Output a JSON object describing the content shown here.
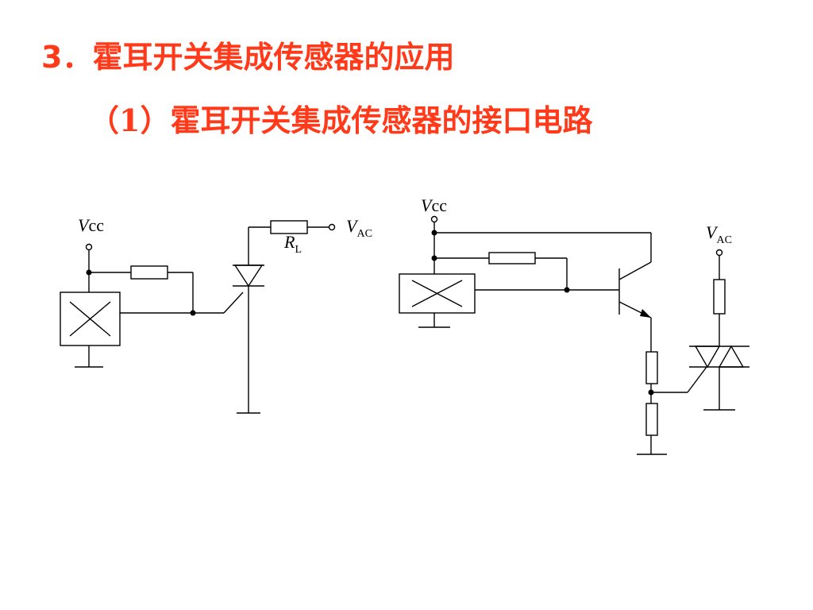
{
  "heading": {
    "title": "3．霍耳开关集成传感器的应用",
    "subtitle": "（1）霍耳开关集成传感器的接口电路"
  },
  "circuit_left": {
    "supply_label_italic": "V",
    "supply_label_rest": "cc",
    "ac_label_italic": "V",
    "ac_label_sub": "AC",
    "load_label_italic": "R",
    "load_label_sub": "L"
  },
  "circuit_right": {
    "supply_label_italic": "V",
    "supply_label_rest": "cc",
    "ac_label_italic": "V",
    "ac_label_sub": "AC"
  },
  "colors": {
    "heading": "#ff3a1a",
    "wire": "#000000"
  }
}
